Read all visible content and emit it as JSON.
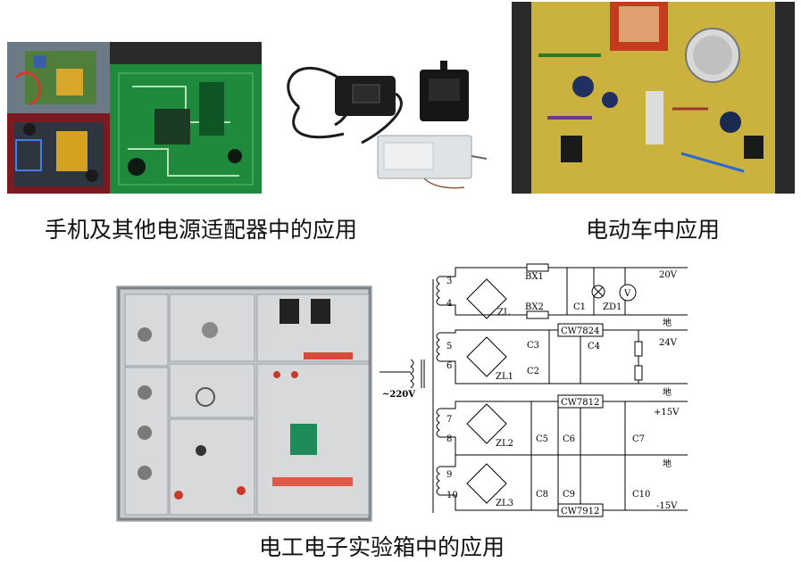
{
  "captions": {
    "adapter": "手机及其他电源适配器中的应用",
    "ebike": "电动车中应用",
    "labbox": "电工电子实验箱中的应用"
  },
  "schematic": {
    "input": "~220V",
    "terminals": [
      "3",
      "4",
      "5",
      "6",
      "7",
      "8",
      "9",
      "10"
    ],
    "rectifiers": [
      "ZL",
      "ZL1",
      "ZL2",
      "ZL3"
    ],
    "fuses": [
      "BX1",
      "BX2"
    ],
    "lamp": "ZD1",
    "meter": "V",
    "regulators": [
      "CW7824",
      "CW7812",
      "CW7912"
    ],
    "capacitors": [
      "C1",
      "C2",
      "C3",
      "C4",
      "C5",
      "C6",
      "C7",
      "C8",
      "C9",
      "C10"
    ],
    "outputs": [
      "20V",
      "24V",
      "+15V",
      "-15V"
    ],
    "ground": "地"
  },
  "colors": {
    "pcb_green": "#1f8a3c",
    "pcb_yellow": "#d9c24a",
    "panel_gray": "#c9ccce",
    "charger_black": "#1c1c1c"
  }
}
